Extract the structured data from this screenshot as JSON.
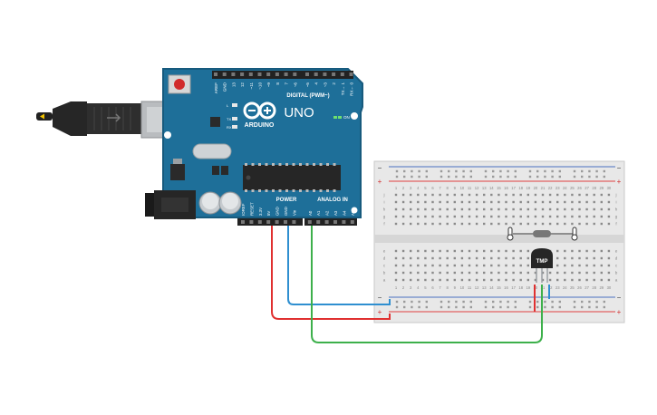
{
  "arduino": {
    "brand": "ARDUINO",
    "model": "UNO",
    "digital_label": "DIGITAL (PWM~)",
    "on_label": "ON",
    "led_l": "L",
    "led_tx": "TX",
    "led_rx": "RX",
    "power_label": "POWER",
    "analog_label": "ANALOG IN",
    "digital_pins": [
      "AREF",
      "GND",
      "13",
      "12",
      "~11",
      "~10",
      "~9",
      "8",
      "7",
      "~6",
      "~5",
      "4",
      "~3",
      "2",
      "TX→ 1",
      "RX← 0"
    ],
    "power_pins": [
      "IOREF",
      "RESET",
      "3.3V",
      "5V",
      "GND",
      "GND",
      "Vin"
    ],
    "analog_pins": [
      "A0",
      "A1",
      "A2",
      "A3",
      "A4",
      "A5"
    ]
  },
  "breadboard": {
    "minus_sign": "−",
    "plus_sign": "+",
    "row_letters_top": [
      "j",
      "i",
      "h",
      "g",
      "f"
    ],
    "row_letters_bottom": [
      "e",
      "d",
      "c",
      "b",
      "a"
    ],
    "column_numbers": [
      "1",
      "2",
      "3",
      "4",
      "5",
      "6",
      "7",
      "8",
      "9",
      "10",
      "11",
      "12",
      "13",
      "14",
      "15",
      "16",
      "17",
      "18",
      "19",
      "20",
      "21",
      "22",
      "23",
      "24",
      "25",
      "26",
      "27",
      "28",
      "29",
      "30"
    ]
  },
  "sensor": {
    "label": "TMP"
  },
  "colors": {
    "board": "#1e6f99",
    "board_edge": "#175a7d",
    "wire_red": "#e03030",
    "wire_blue": "#2f8fd0",
    "wire_green": "#3db04b",
    "breadboard": "#e8e8e8",
    "rail_red": "#e04040",
    "rail_blue": "#4a70c0"
  }
}
